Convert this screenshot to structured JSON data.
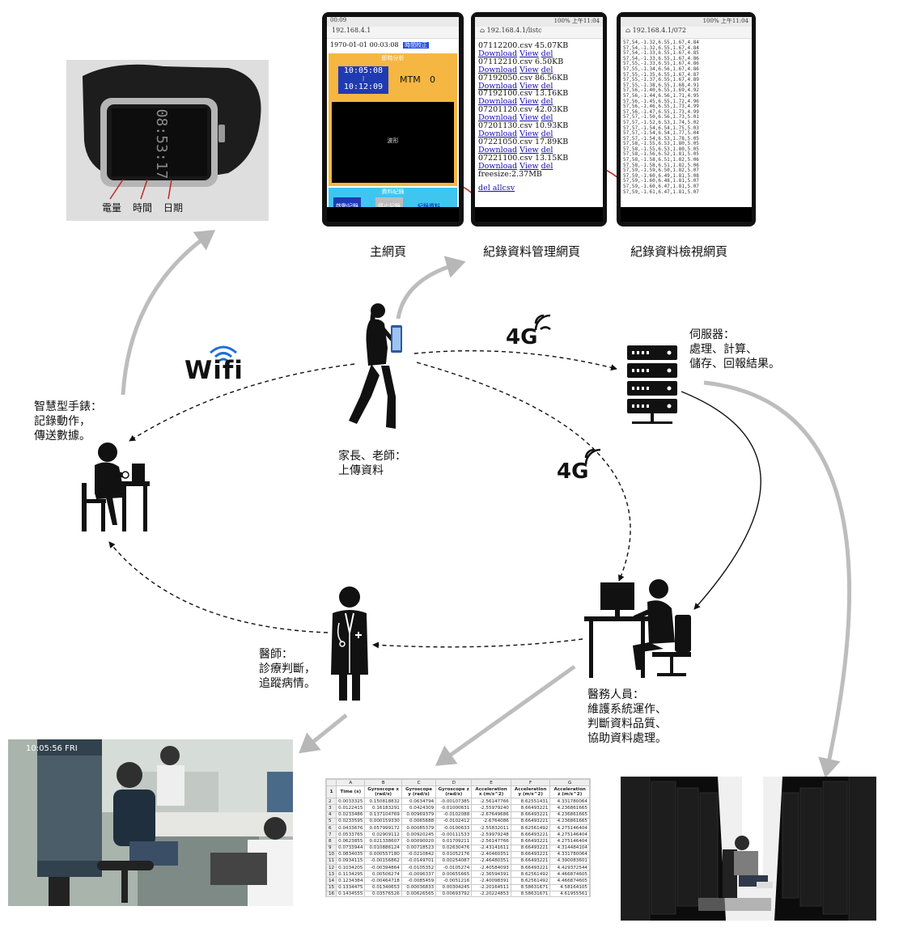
{
  "watch": {
    "display_time": "08:53:17",
    "labels": [
      "電量",
      "時間",
      "日期"
    ]
  },
  "phones": {
    "main": {
      "status_time": "00:09",
      "url": "192.168.4.1",
      "datetime": "1970-01-01 00:03:08",
      "time_correct_button": "時間校正",
      "section_title": "即時分析",
      "time_start": "10:05:08",
      "time_sep": "|",
      "time_end": "10:12:09",
      "mtm_label": "MTM",
      "mtm_value": "0",
      "waveform_label": "波形",
      "record_section_title": "資料紀錄",
      "start_button": "啟動記錄",
      "stop_button": "停止記錄",
      "record_link": "紀錄資料"
    },
    "manage": {
      "status": "100%  上午11:04",
      "url": "192.168.4.1/listc",
      "files": [
        {
          "name": "07112200.csv",
          "size": "45.07KB"
        },
        {
          "name": "07112210.csv",
          "size": "6.50KB"
        },
        {
          "name": "07192050.csv",
          "size": "86.56KB"
        },
        {
          "name": "07192100.csv",
          "size": "13.16KB"
        },
        {
          "name": "07201120.csv",
          "size": "42.03KB"
        },
        {
          "name": "07201130.csv",
          "size": "10.93KB"
        },
        {
          "name": "07221050.csv",
          "size": "17.89KB"
        },
        {
          "name": "07221100.csv",
          "size": "13.15KB"
        }
      ],
      "download_label": "Download",
      "view_label": "View",
      "del_label": "del",
      "freesize": "freesize:2.37MB",
      "del_all": "del allcsv"
    },
    "view": {
      "status": "100%  上午11:04",
      "url": "192.168.4.1/072",
      "rows": [
        "57,54,-1.32,6.55,1.67,4.84",
        "57,54,-1.32,6.55,1.67,4.84",
        "57,54,-1.33,6.55,1.67,4.85",
        "57,54,-1.33,6.55,1.67,4.86",
        "57,55,-1.33,6.55,1.67,4.86",
        "57,55,-1.34,6.56,1.67,4.86",
        "57,55,-1.35,6.55,1.67,4.87",
        "57,55,-1.37,6.55,1.67,4.89",
        "57,55,-1.38,6.55,1.68,4.91",
        "57,56,-1.40,6.55,1.69,4.92",
        "57,56,-1.44,6.56,1.71,4.95",
        "57,56,-1.45,6.55,1.72,4.96",
        "57,56,-1.46,6.55,1.73,4.99",
        "57,56,-1.47,6.55,1.73,4.99",
        "57,57,-1.50,6.56,1.73,5.01",
        "57,57,-1.52,6.53,1.74,5.02",
        "57,57,-1.54,6.54,1.75,5.03",
        "57,57,-1.54,6.54,1.77,5.04",
        "57,57,-1.54,6.53,1.78,5.05",
        "57,58,-1.55,6.53,1.80,5.05",
        "57,58,-1.55,6.53,1.80,5.05",
        "57,58,-1.56,6.52,1.81,5.05",
        "57,58,-1.58,6.51,1.82,5.06",
        "57,58,-1.58,6.51,1.82,5.06",
        "57,59,-1.59,6.50,1.82,5.07",
        "57,59,-1.60,6.49,1.81,5.08",
        "57,59,-1.60,6.48,1.81,5.07",
        "57,59,-1.60,6.47,1.81,5.07",
        "57,59,-1.61,6.47,1.81,5.07"
      ]
    }
  },
  "captions": {
    "main_page": "主網頁",
    "manage_page": "紀錄資料管理網頁",
    "view_page": "紀錄資料檢視網頁"
  },
  "nodes": {
    "watch_user": "智慧型手錶：\n記錄動作，\n傳送數據。",
    "parent": "家長、老師：\n上傳資料",
    "server": "伺服器：\n處理、計算、\n儲存、回報結果。",
    "staff": "醫務人員：\n維護系統運作、\n判斷資料品質、\n協助資料處理。",
    "doctor": "醫師：\n診療判斷，\n追蹤病情。"
  },
  "links": {
    "wifi": "Wifi",
    "net_top": "4G",
    "net_mid": "4G"
  },
  "clinic_photo": {
    "timestamp": "10:05:56 FRI"
  },
  "spreadsheet": {
    "col_letters": [
      "",
      "A",
      "B",
      "C",
      "D",
      "E",
      "F",
      "G"
    ],
    "headers": [
      "Time (s)",
      "Gyroscope x (rad/s)",
      "Gyroscope y (rad/s)",
      "Gyroscope z (rad/s)",
      "Acceleration x (m/s^2)",
      "Acceleration y (m/s^2)",
      "Acceleration z (m/s^2)"
    ],
    "rows": [
      [
        "2",
        "0.0033325",
        "0.150818832",
        "0.0634794",
        "-0.00107385",
        "-2.56147766",
        "8.62551431",
        "4.331780064"
      ],
      [
        "3",
        "0.0122415",
        "0.16183291",
        "0.0424309",
        "-0.01000631",
        "-2.55979240",
        "8.66493221",
        "4.236861665"
      ],
      [
        "4",
        "0.0233486",
        "0.137104769",
        "0.00969379",
        "-0.0102088",
        "-2.67649686",
        "8.66493221",
        "4.236861665"
      ],
      [
        "5",
        "0.0233595",
        "0.000159330",
        "0.0065688",
        "-0.0102412",
        "-2.6764086",
        "8.66493221",
        "4.236861665"
      ],
      [
        "6",
        "0.0433676",
        "0.057999172",
        "0.00085379",
        "-0.0100633",
        "-2.55832011",
        "8.62561492",
        "4.275146404"
      ],
      [
        "7",
        "0.0533765",
        "0.02909112",
        "0.00920245",
        "-0.00111533",
        "-2.59979248",
        "8.66493221",
        "4.275146404"
      ],
      [
        "8",
        "0.0623855",
        "0.021338607",
        "0.00090020",
        "0.01709211",
        "-2.56147766",
        "8.66493221",
        "4.275146404"
      ],
      [
        "9",
        "0.0733944",
        "0.010886124",
        "0.00718523",
        "0.02630476",
        "-2.43141611",
        "8.66493221",
        "4.314484104"
      ],
      [
        "10",
        "0.0834035",
        "0.000557180",
        "-0.0210842",
        "0.01052176",
        "-2.40460351",
        "8.66493221",
        "4.331780064"
      ],
      [
        "11",
        "0.0934115",
        "-0.00156862",
        "-0.0149701",
        "0.00254087",
        "-2.46480351",
        "8.66493221",
        "4.390083601"
      ],
      [
        "12",
        "0.1034205",
        "-0.00394864",
        "-0.0105352",
        "-0.0105274",
        "-2.40584093",
        "8.66493221",
        "4.429372544"
      ],
      [
        "13",
        "0.1134295",
        "0.00506274",
        "-0.0096337",
        "0.00655665",
        "-2.36594391",
        "8.62561492",
        "4.466874605"
      ],
      [
        "14",
        "0.1234384",
        "-0.00464718",
        "-0.0085459",
        "-0.0051216",
        "-2.40098391",
        "8.62561492",
        "4.466874605"
      ],
      [
        "15",
        "0.1334475",
        "0.01340653",
        "0.00036833",
        "0.00304245",
        "-2.20164511",
        "8.58631671",
        "4.58164105"
      ],
      [
        "16",
        "0.1434555",
        "0.03576526",
        "0.00626565",
        "0.00693792",
        "-2.20224853",
        "8.58631671",
        "4.61955561"
      ]
    ]
  }
}
